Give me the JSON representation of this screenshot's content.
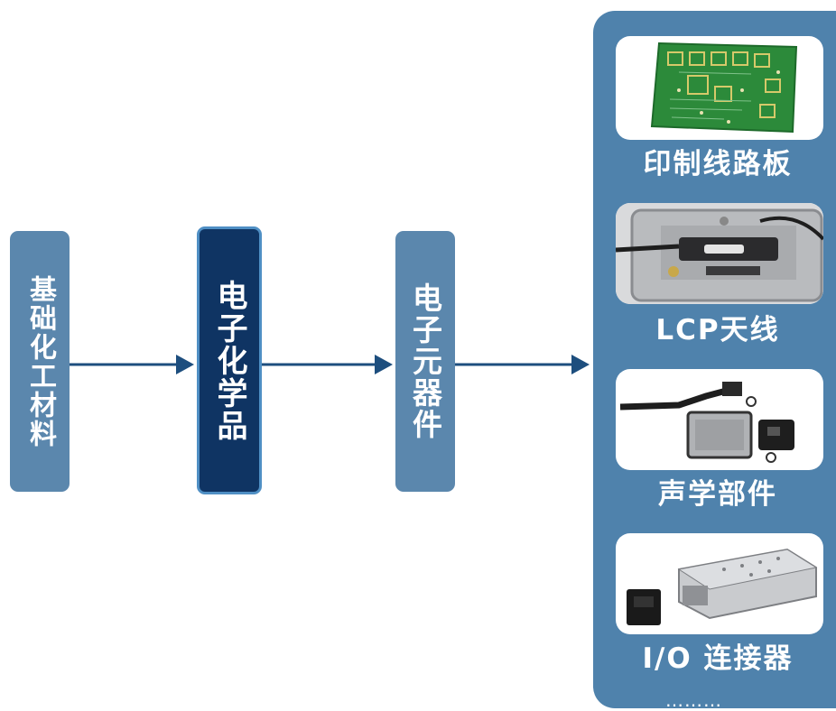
{
  "flow": {
    "box1": "基础化工材料",
    "box2": "电子化学品",
    "box3": "电子元器件"
  },
  "products": [
    {
      "label": "印制线路板",
      "icon": "pcb-board-image"
    },
    {
      "label": "LCP天线",
      "icon": "lcp-antenna-image"
    },
    {
      "label": "声学部件",
      "icon": "acoustic-component-image"
    },
    {
      "label": "I/O 连接器",
      "icon": "io-connector-image"
    }
  ],
  "more": "………",
  "colors": {
    "box_light": "#5b87ad",
    "box_dark": "#0f3463",
    "arrow": "#1d4e7e",
    "panel": "#4f82ac"
  }
}
